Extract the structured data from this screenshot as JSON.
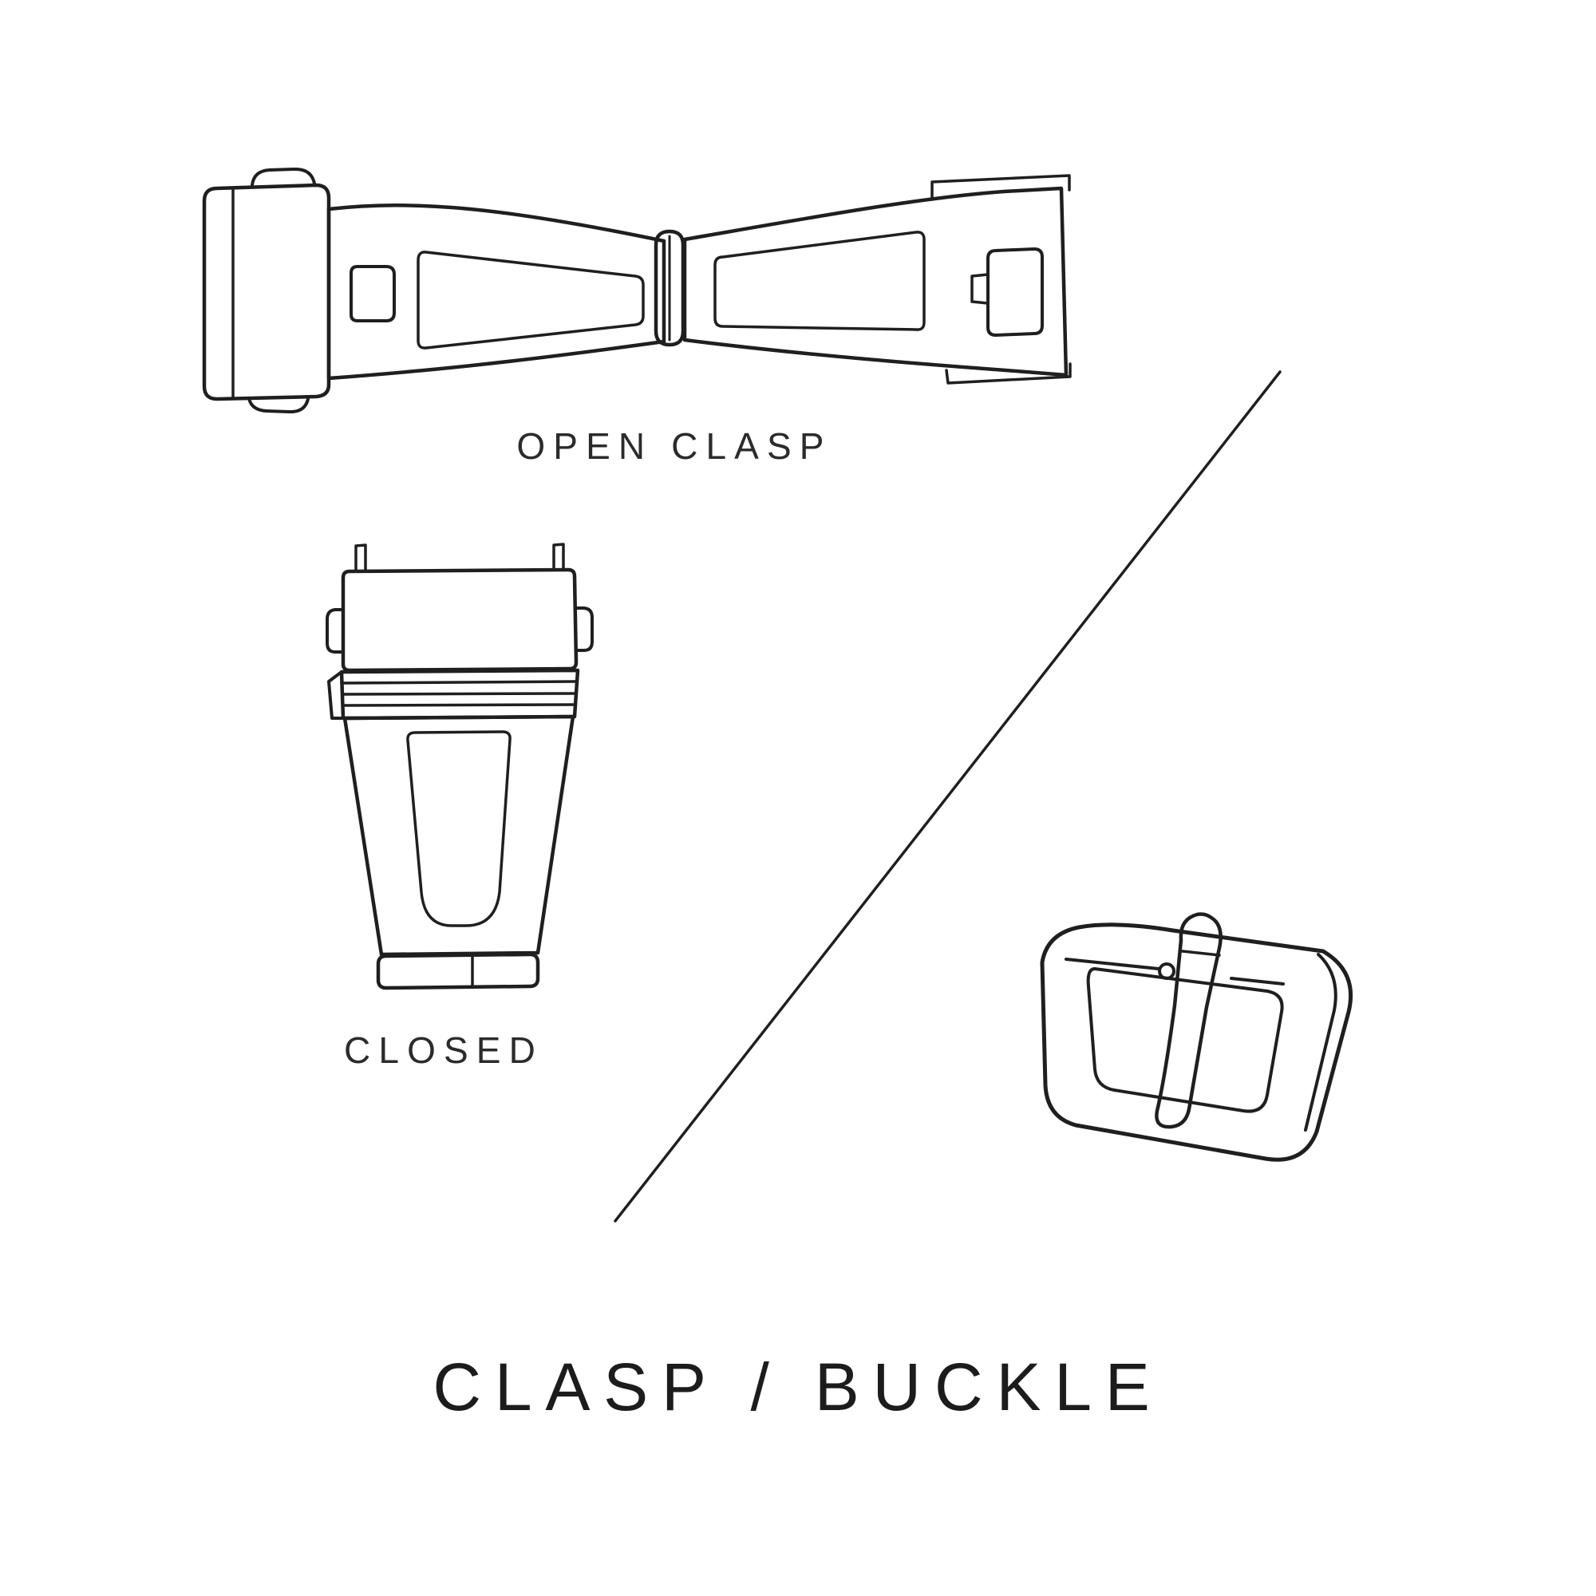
{
  "meta": {
    "background": "#ffffff",
    "ink": "#1f1f1f"
  },
  "title": {
    "text": "CLASP / BUCKLE"
  },
  "figures": {
    "open_clasp": {
      "caption": "OPEN CLASP"
    },
    "closed_clasp": {
      "caption": "CLOSED"
    },
    "buckle": {
      "caption": ""
    }
  }
}
